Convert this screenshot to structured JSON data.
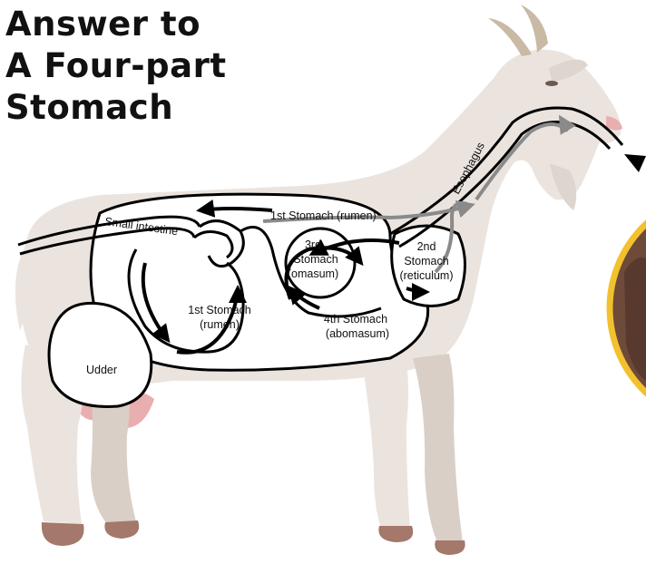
{
  "title": {
    "line1": "Answer to",
    "line2": "A Four-part",
    "line3": "Stomach"
  },
  "labels": {
    "esophagus": "Esophagus",
    "small_intestine": "Small intestine",
    "rumen_top": "1st Stomach (rumen)",
    "rumen_line1": "1st Stomach",
    "rumen_line2": "(rumen)",
    "omasum_line1": "3rd",
    "omasum_line2": "Stomach",
    "omasum_line3": "(omasum)",
    "reticulum_line1": "2nd",
    "reticulum_line2": "Stomach",
    "reticulum_line3": "(reticulum)",
    "abomasum_line1": "4th Stomach",
    "abomasum_line2": "(abomasum)",
    "udder": "Udder"
  },
  "colors": {
    "goat_body": "#ebe4de",
    "goat_shade": "#d9cfc6",
    "udder_pink": "#e9aeb0",
    "hoof": "#a4786b",
    "horn": "#c9b9a5",
    "organ_outline": "#000000",
    "grey_path": "#8a8a8a",
    "photo_ring": "#f2c12e",
    "photo_fill": "#6e4a3a"
  }
}
